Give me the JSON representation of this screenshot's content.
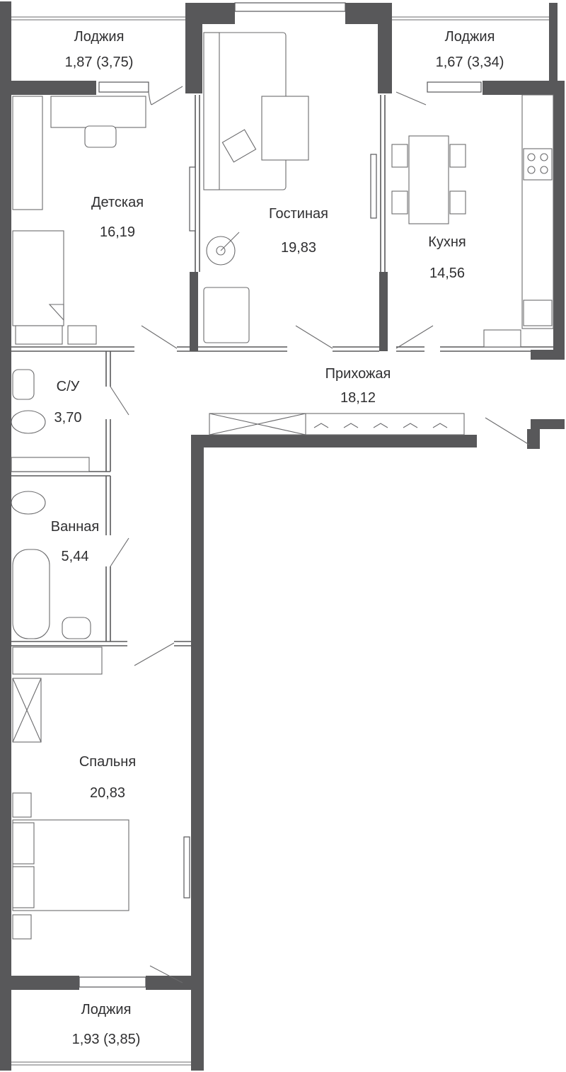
{
  "rooms": {
    "loggia_left": {
      "name": "Лоджия",
      "area": "1,87 (3,75)"
    },
    "loggia_right": {
      "name": "Лоджия",
      "area": "1,67 (3,34)"
    },
    "kids": {
      "name": "Детская",
      "area": "16,19"
    },
    "living": {
      "name": "Гостиная",
      "area": "19,83"
    },
    "kitchen": {
      "name": "Кухня",
      "area": "14,56"
    },
    "hall": {
      "name": "Прихожая",
      "area": "18,12"
    },
    "wc": {
      "name": "С/У",
      "area": "3,70"
    },
    "bath": {
      "name": "Ванная",
      "area": "5,44"
    },
    "bedroom": {
      "name": "Спальня",
      "area": "20,83"
    },
    "loggia_bottom": {
      "name": "Лоджия",
      "area": "1,93 (3,85)"
    }
  },
  "colors": {
    "wall": "#58585a",
    "line": "#6b6b6d",
    "text": "#2f2f31"
  }
}
